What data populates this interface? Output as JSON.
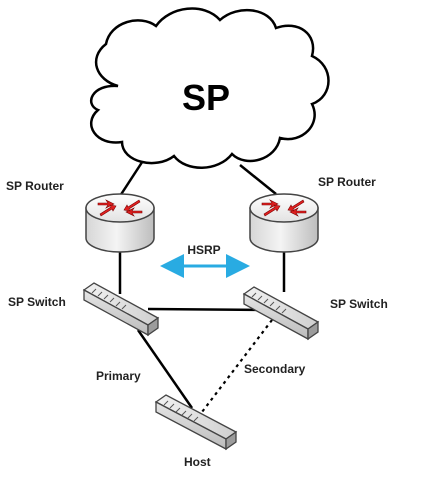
{
  "cloud": {
    "label": "SP"
  },
  "nodes": {
    "router_left": {
      "label": "SP Router"
    },
    "router_right": {
      "label": "SP Router"
    },
    "switch_left": {
      "label": "SP Switch"
    },
    "switch_right": {
      "label": "SP Switch"
    },
    "host": {
      "label": "Host"
    }
  },
  "links": {
    "hsrp": {
      "label": "HSRP",
      "color": "#29abe2"
    },
    "primary": {
      "label": "Primary",
      "style": "solid"
    },
    "secondary": {
      "label": "Secondary",
      "style": "dotted"
    }
  },
  "colors": {
    "router_arrow": "#e02020",
    "cloud_outline": "#000000",
    "line": "#000000"
  }
}
